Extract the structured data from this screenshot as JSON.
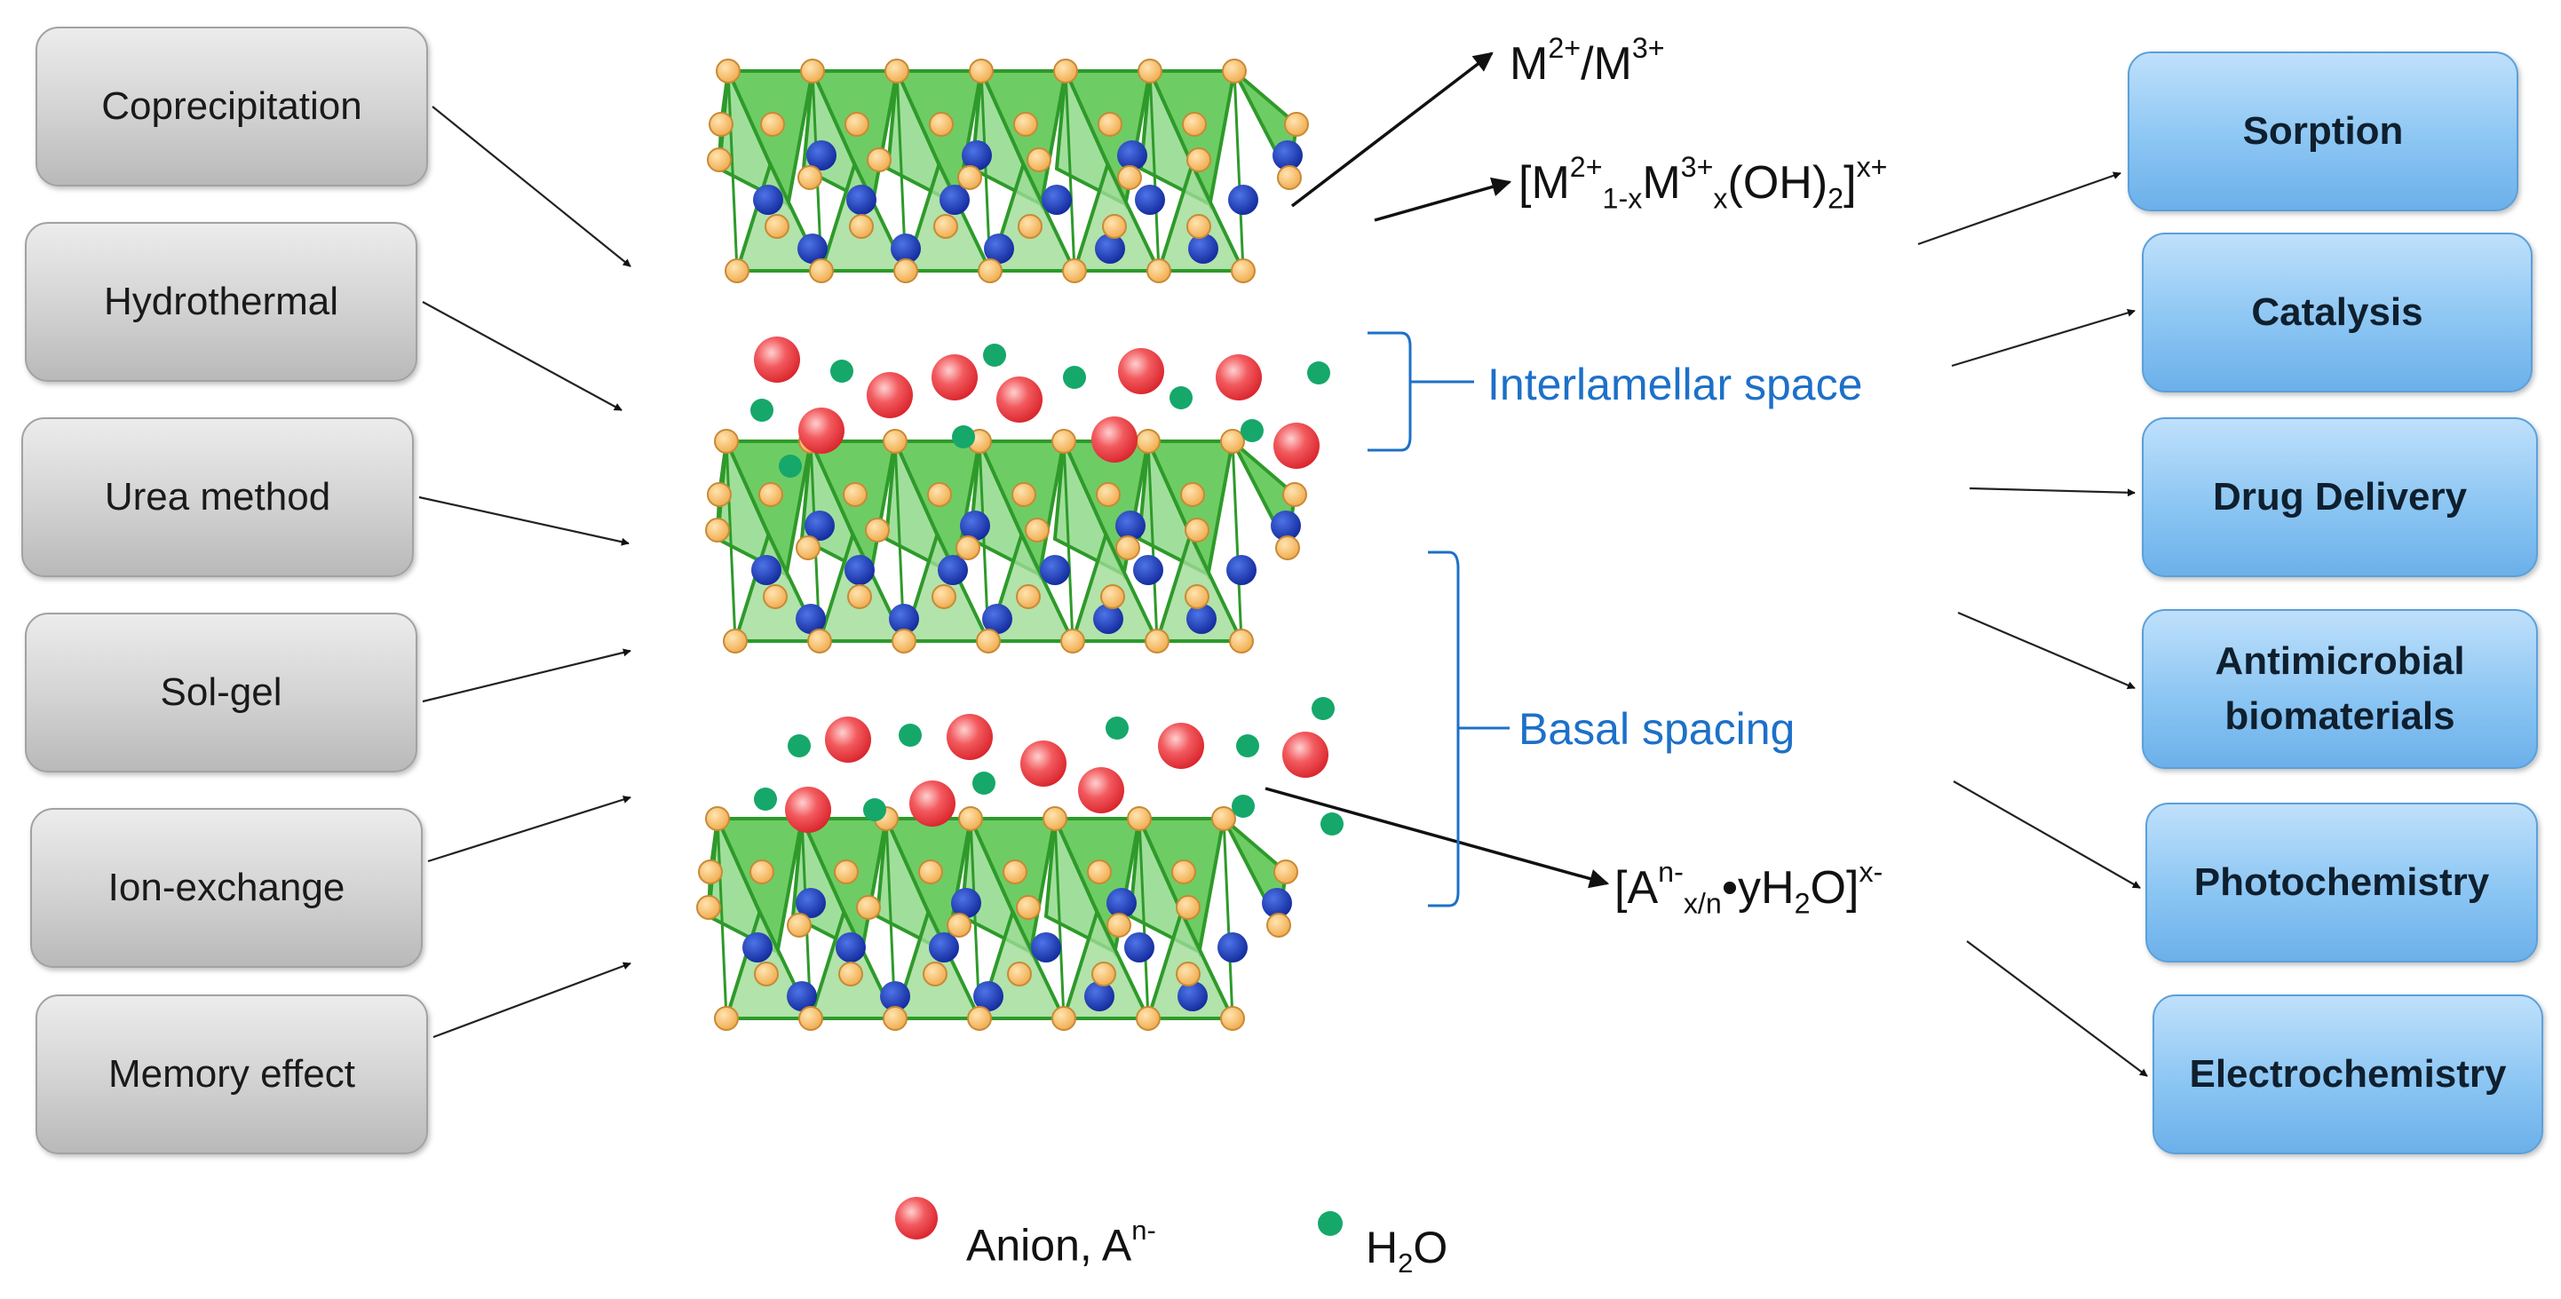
{
  "synthesis_methods": [
    "Coprecipitation",
    "Hydrothermal",
    "Urea method",
    "Sol-gel",
    "Ion-exchange",
    "Memory effect"
  ],
  "applications": [
    "Sorption",
    "Catalysis",
    "Drug Delivery",
    "Antimicrobial biomaterials",
    "Photochemistry",
    "Electrochemistry"
  ],
  "labels": {
    "metal": {
      "a": "M",
      "a_sup": "2+",
      "b": "/M",
      "b_sup": "3+"
    },
    "layer": {
      "open": "[M",
      "s1": "2+",
      "b1": "1-x",
      "m": "M",
      "s2": "3+",
      "b2": "x",
      "rest": "(OH)",
      "b3": "2",
      "close": "]",
      "s3": "x+"
    },
    "interlamellar": "Interlamellar space",
    "basal": "Basal spacing",
    "anion_formula": {
      "open": "[A",
      "s1": "n-",
      "b1": "x/n",
      "dot": "•yH",
      "b2": "2",
      "rest": "O]",
      "s2": "x-"
    },
    "legend_anion": {
      "text": "Anion, A",
      "sup": "n-"
    },
    "legend_water": {
      "text": "H",
      "sub": "2",
      "rest": "O"
    }
  },
  "colors": {
    "octahedron_green": "#55c34a",
    "edge_green": "#2e9a2a",
    "metal_blue": "#1b3fb8",
    "hydroxyl_orange": "#f7be6a",
    "anion_red": "#e8353b",
    "water_green": "#15a86a",
    "label_blue": "#1d70c8"
  }
}
